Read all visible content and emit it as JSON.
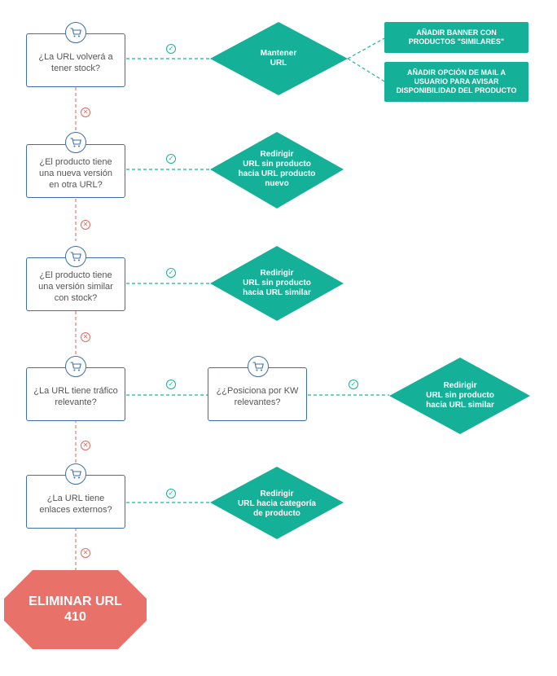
{
  "diagram": {
    "colors": {
      "teal": "#14b097",
      "blue": "#3d6fa8",
      "red": "#e8716a",
      "no_line": "#e57a70"
    },
    "icons": {
      "question_icon": "shopping-cart-icon",
      "yes_icon": "check-circle-icon",
      "no_icon": "x-circle-icon"
    },
    "questions": [
      "¿La URL volverá a\ntener stock?",
      "¿El producto tiene\nuna nueva versión\nen otra URL?",
      "¿El producto tiene\nuna versión similar\ncon stock?",
      "¿La URL tiene tráfico\nrelevante?",
      "¿La URL tiene\nenlaces externos?"
    ],
    "question_kw": "¿¿Posiciona por KW\nrelevantes?",
    "actions": [
      "Mantener\nURL",
      "Redirigir\nURL sin producto\nhacia URL producto\nnuevo",
      "Redirigir\nURL sin producto\nhacia URL similar",
      "Redirigir\nURL sin producto\nhacia URL similar",
      "Redirigir\nURL hacia categoría\nde producto"
    ],
    "side_actions": [
      "AÑADIR BANNER CON\nPRODUCTOS \"SIMILARES\"",
      "AÑADIR OPCIÓN DE MAIL A\nUSUARIO PARA AVISAR\nDISPONIBILIDAD DEL PRODUCTO"
    ],
    "final": "ELIMINAR URL\n410"
  }
}
